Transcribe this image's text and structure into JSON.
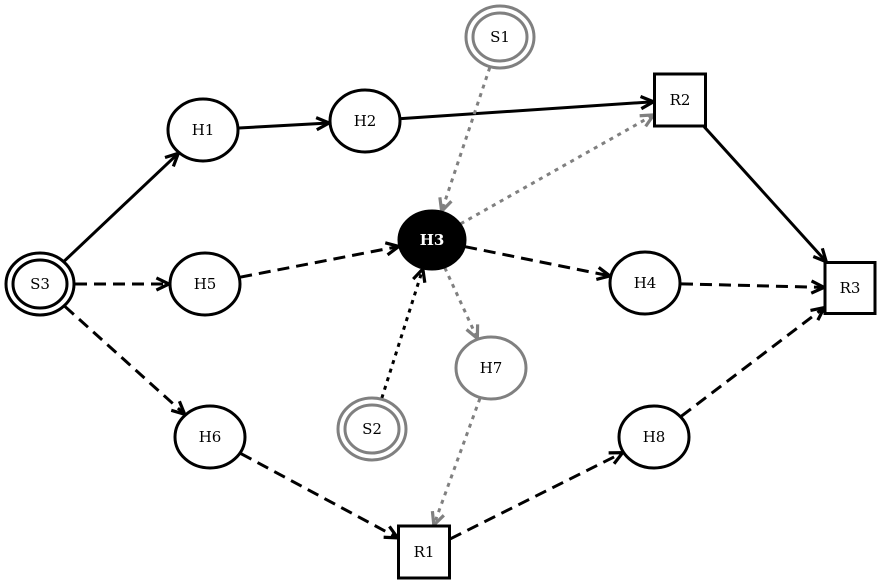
{
  "colors": {
    "solid": "#000000",
    "gray": "#808080",
    "fill_default": "#ffffff",
    "fill_highlight": "#000000",
    "text_default": "#000000",
    "text_highlight": "#ffffff"
  },
  "nodes": [
    {
      "id": "S3",
      "label": "S3",
      "shape": "double-ellipse",
      "color": "black",
      "filled": false
    },
    {
      "id": "H1",
      "label": "H1",
      "shape": "ellipse",
      "color": "black",
      "filled": false
    },
    {
      "id": "H2",
      "label": "H2",
      "shape": "ellipse",
      "color": "black",
      "filled": false
    },
    {
      "id": "R2",
      "label": "R2",
      "shape": "box",
      "color": "black",
      "filled": false
    },
    {
      "id": "S1",
      "label": "S1",
      "shape": "double-ellipse",
      "color": "gray",
      "filled": false
    },
    {
      "id": "H3",
      "label": "H3",
      "shape": "ellipse",
      "color": "black",
      "filled": true
    },
    {
      "id": "H5",
      "label": "H5",
      "shape": "ellipse",
      "color": "black",
      "filled": false
    },
    {
      "id": "H4",
      "label": "H4",
      "shape": "ellipse",
      "color": "black",
      "filled": false
    },
    {
      "id": "R3",
      "label": "R3",
      "shape": "box",
      "color": "black",
      "filled": false
    },
    {
      "id": "H6",
      "label": "H6",
      "shape": "ellipse",
      "color": "black",
      "filled": false
    },
    {
      "id": "S2",
      "label": "S2",
      "shape": "double-ellipse",
      "color": "gray",
      "filled": false
    },
    {
      "id": "H7",
      "label": "H7",
      "shape": "ellipse",
      "color": "gray",
      "filled": false
    },
    {
      "id": "H8",
      "label": "H8",
      "shape": "ellipse",
      "color": "black",
      "filled": false
    },
    {
      "id": "R1",
      "label": "R1",
      "shape": "box",
      "color": "black",
      "filled": false
    }
  ],
  "edges": [
    {
      "from": "S3",
      "to": "H1",
      "style": "solid",
      "color": "black"
    },
    {
      "from": "H1",
      "to": "H2",
      "style": "solid",
      "color": "black"
    },
    {
      "from": "H2",
      "to": "R2",
      "style": "solid",
      "color": "black"
    },
    {
      "from": "R2",
      "to": "R3",
      "style": "solid",
      "color": "black"
    },
    {
      "from": "S3",
      "to": "H5",
      "style": "dashed",
      "color": "black"
    },
    {
      "from": "H5",
      "to": "H3",
      "style": "dashed",
      "color": "black"
    },
    {
      "from": "H3",
      "to": "H4",
      "style": "dashed",
      "color": "black"
    },
    {
      "from": "H4",
      "to": "R3",
      "style": "dashed",
      "color": "black"
    },
    {
      "from": "S3",
      "to": "H6",
      "style": "dashed",
      "color": "black"
    },
    {
      "from": "H6",
      "to": "R1",
      "style": "dashed",
      "color": "black"
    },
    {
      "from": "R1",
      "to": "H8",
      "style": "dashed",
      "color": "black"
    },
    {
      "from": "H8",
      "to": "R3",
      "style": "dashed",
      "color": "black"
    },
    {
      "from": "S2",
      "to": "H3",
      "style": "dotted",
      "color": "black"
    },
    {
      "from": "S1",
      "to": "H3",
      "style": "dotted",
      "color": "gray"
    },
    {
      "from": "H3",
      "to": "R2",
      "style": "dotted",
      "color": "gray"
    },
    {
      "from": "H3",
      "to": "H7",
      "style": "dotted",
      "color": "gray"
    },
    {
      "from": "H7",
      "to": "R1",
      "style": "dotted",
      "color": "gray"
    }
  ]
}
